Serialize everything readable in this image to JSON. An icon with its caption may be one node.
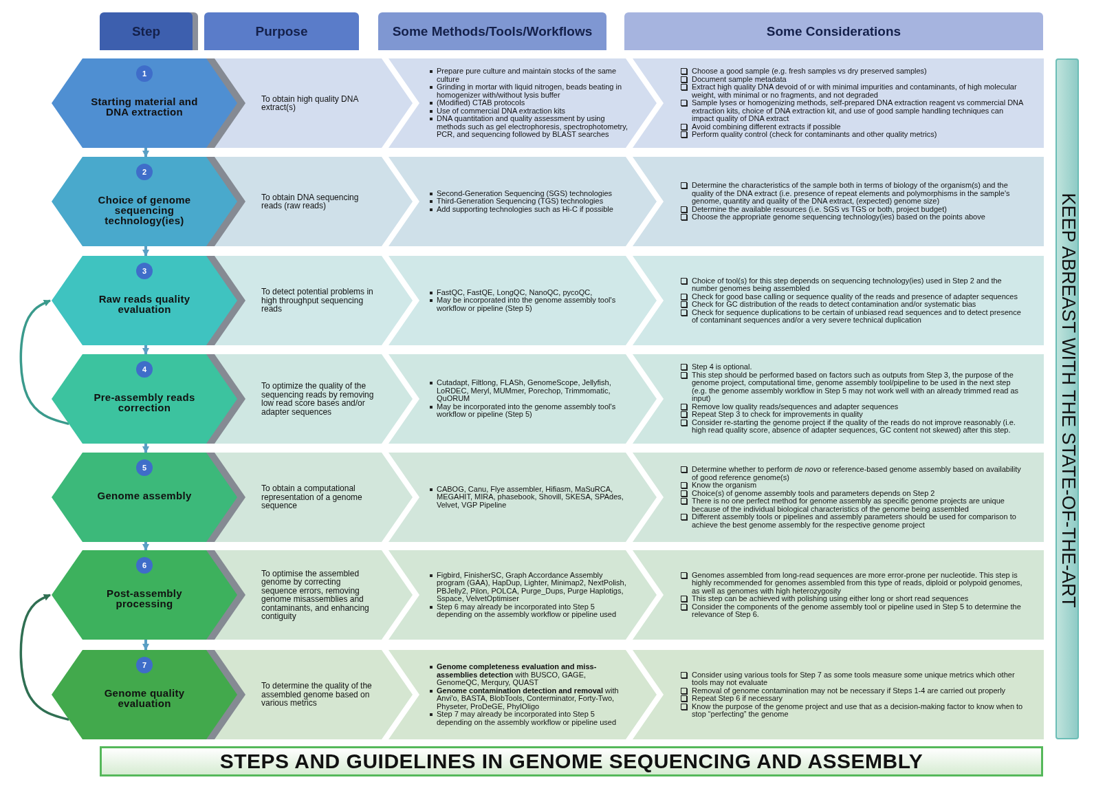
{
  "diagram": {
    "title": "STEPS AND GUIDELINES IN GENOME SEQUENCING AND ASSEMBLY",
    "nodes": [
      {
        "text": [
          "Step"
        ]
      },
      {
        "text": [
          "Purpose"
        ]
      },
      {
        "text": [
          "Some Methods/Tools/Workflows"
        ]
      },
      {
        "text": [
          "Some Considerations"
        ]
      },
      {
        "text": [
          "Starting material and DNA extraction"
        ]
      },
      {
        "text": [
          "1"
        ],
        "in": 4
      },
      {
        "text": [
          "To obtain high quality DNA extract(s)"
        ]
      },
      {
        "text": [
          "Prepare pure culture and maintain stocks of the same culture",
          "Grinding in mortar with liquid nitrogen, beads beating in homogenizer with/without lysis buffer",
          "(Modified) CTAB protocols",
          "Use of commercial DNA extraction kits",
          "DNA quantitation and quality assessment by using methods such as gel electrophoresis, spectrophotometry, PCR, and sequencing followed by BLAST searches"
        ]
      },
      {
        "text": [
          "Choose a good sample (e.g. fresh samples vs dry preserved samples)",
          "Document sample metadata",
          "Extract high quality DNA devoid of or with minimal impurities and contaminants, of high molecular weight, with minimal or no fragments, and not degraded",
          "Sample lyses or homogenizing methods, self-prepared DNA extraction reagent vs commercial DNA extraction kits, choice of DNA extraction kit, and use of good sample handling techniques can impact quality of DNA extract",
          "Avoid combining different extracts if possible",
          "Perform quality control (check for contaminants and other quality metrics)"
        ]
      },
      {
        "text": [
          "Choice of genome sequencing technology(ies)"
        ]
      },
      {
        "text": [
          "2"
        ],
        "in": 9
      },
      {
        "text": [
          "To obtain DNA sequencing reads (raw reads)"
        ]
      },
      {
        "text": [
          "Second-Generation Sequencing (SGS) technologies",
          "Third-Generation Sequencing (TGS) technologies",
          "Add supporting technologies such as Hi-C if possible"
        ]
      },
      {
        "text": [
          "Determine the characteristics of the sample both in terms of biology of the organism(s) and the quality of the DNA extract (i.e. presence of repeat elements and polymorphisms in the sample's genome, quantity and quality of the DNA extract, (expected) genome size)",
          "Determine the available resources (i.e. SGS vs TGS or both, project budget)",
          "Choose the appropriate genome sequencing technology(ies) based on the points above"
        ]
      },
      {
        "text": [
          "Raw reads quality evaluation"
        ]
      },
      {
        "text": [
          "3"
        ],
        "in": 14
      },
      {
        "text": [
          "To detect potential problems in high throughput sequencing reads"
        ]
      },
      {
        "text": [
          "FastQC, FastQE, LongQC, NanoQC, pycoQC,",
          "May be incorporated into the genome assembly tool's workflow or pipeline (Step 5)"
        ]
      },
      {
        "text": [
          "Choice of tool(s) for this step depends on sequencing technology(ies) used in Step 2 and the number genomes being assembled",
          "Check for good base calling or sequence quality of the reads and presence of adapter sequences",
          "Check for GC distribution of the reads to detect contamination and/or systematic bias",
          "Check for sequence duplications to be certain of unbiased read sequences and to detect presence of contaminant sequences and/or a very severe technical duplication"
        ]
      },
      {
        "text": [
          "Pre-assembly reads correction"
        ]
      },
      {
        "text": [
          "4"
        ],
        "in": 19
      },
      {
        "text": [
          "To optimize the quality of the sequencing reads by removing low read score bases and/or adapter sequences"
        ]
      },
      {
        "text": [
          "Cutadapt, Filtlong, FLASh, GenomeScope, Jellyfish, LoRDEC, Meryl, MUMmer, Porechop, Trimmomatic, QuORUM",
          "May be incorporated into the genome assembly tool's workflow or pipeline (Step 5)"
        ]
      },
      {
        "text": [
          "Step 4 is optional.",
          "This step should be performed based on factors such as outputs from Step 3, the purpose of the genome project, computational time, genome assembly tool/pipeline to be used in the next step (e.g. the genome assembly workflow in Step 5 may not work well with an already trimmed read as input)",
          "Remove low quality reads/sequences and adapter sequences",
          "Repeat Step 3 to check for improvements in quality",
          "Consider re-starting the genome project if the quality of the reads do not improve reasonably (i.e. high read quality score, absence of adapter sequences, GC content not skewed) after this step."
        ]
      },
      {
        "text": [
          "Genome assembly"
        ]
      },
      {
        "text": [
          "5"
        ],
        "in": 24
      },
      {
        "text": [
          "To obtain a computational representation of a genome sequence"
        ]
      },
      {
        "text": [
          "CABOG, Canu, Flye assembler, Hifiasm, MaSuRCA, MEGAHIT, MIRA, phasebook, Shovill, SKESA, SPAdes, Velvet, VGP Pipeline"
        ]
      },
      {
        "text": [
          "Determine whether to perform *de novo* or reference-based genome assembly based on availability of good reference genome(s)",
          "Know the organism",
          "Choice(s) of genome assembly tools and parameters depends on Step 2",
          "There is no one perfect method for genome assembly as specific genome projects are unique because of the individual biological characteristics of the genome being assembled",
          "Different assembly tools or pipelines and assembly parameters should be used for comparison to achieve the best genome assembly for the respective genome project"
        ]
      },
      {
        "text": [
          "Post-assembly processing"
        ]
      },
      {
        "text": [
          "6"
        ],
        "in": 29
      },
      {
        "text": [
          "To optimise the assembled genome by correcting sequence errors, removing genome misassemblies and contaminants, and enhancing contiguity"
        ]
      },
      {
        "text": [
          "Figbird, FinisherSC, Graph Accordance Assembly program (GAA), HapDup, Lighter, Minimap2, NextPolish, PBJelly2, Pilon, POLCA, Purge_Dups, Purge Haplotigs, Sspace, VelvetOptimiser",
          "Step 6 may already be incorporated into Step 5 depending on the assembly workflow or pipeline used"
        ]
      },
      {
        "text": [
          "Genomes assembled from long-read sequences are more error-prone per nucleotide. This step is highly recommended for genomes assembled from this type of reads, diploid or polypoid genomes, as well as genomes with high heterozygosity",
          "This step can be achieved with polishing using either long or short read sequences",
          "Consider the components of the genome assembly tool or pipeline used in Step 5 to determine the relevance of Step 6."
        ]
      },
      {
        "text": [
          "Genome quality evaluation"
        ]
      },
      {
        "text": [
          "7"
        ],
        "in": 34
      },
      {
        "text": [
          "To determine the quality of the assembled genome based on various metrics"
        ]
      },
      {
        "text": [
          "**Genome completeness evaluation and miss-assemblies detection** with BUSCO, GAGE, GenomeQC, Merqury, QUAST",
          "**Genome contamination detection and removal** with Anvi'o, BASTA, BlobTools, Conterminator, Forty-Two, Physeter, ProDeGE, PhylOligo",
          "Step 7 may already be incorporated into Step 5 depending on the assembly workflow or pipeline used"
        ]
      },
      {
        "text": [
          "Consider using various tools for Step 7 as some tools measure some unique metrics which other tools may not evaluate",
          "Removal of genome contamination may not be necessary if Steps 1-4 are carried out properly",
          "Repeat Step 6 if necessary",
          "Know the purpose of the genome project and use that as a decision-making factor to know when to stop “perfecting” the genome"
        ]
      },
      {
        "text": [
          "KEEP ABREAST WITH THE STATE-OF-THE-ART"
        ]
      }
    ],
    "edges": [
      {
        "from": 4,
        "to": 9,
        "arrow": "to"
      },
      {
        "from": 9,
        "to": 14,
        "arrow": "to"
      },
      {
        "from": 14,
        "to": 19,
        "arrow": "to"
      },
      {
        "from": 19,
        "to": 24,
        "arrow": "to"
      },
      {
        "from": 24,
        "to": 29,
        "arrow": "to"
      },
      {
        "from": 29,
        "to": 34,
        "arrow": "to"
      },
      {
        "from": 19,
        "to": 14,
        "arrow": "to",
        "color": "#3a9a8c"
      },
      {
        "from": 34,
        "to": 29,
        "arrow": "to",
        "color": "#2f6f52"
      }
    ]
  }
}
